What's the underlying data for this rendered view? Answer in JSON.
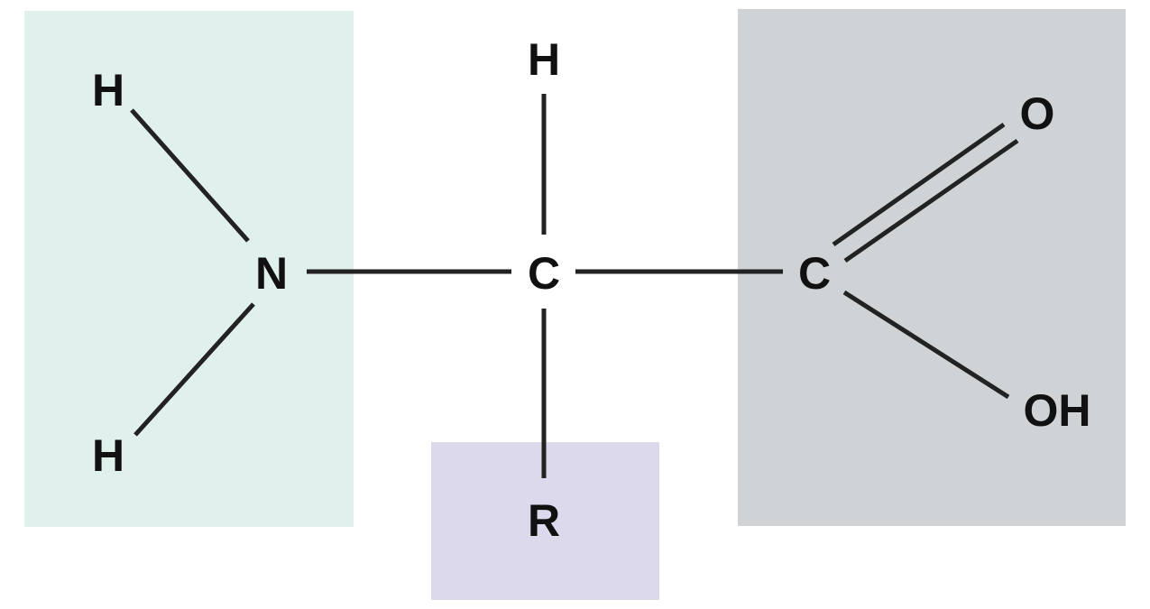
{
  "colors": {
    "background": "#ffffff",
    "amino_group_box": "#e0f0ec",
    "side_chain_box": "#dcd9ec",
    "carboxyl_group_box": "#cfd3d6",
    "bond": "#222222",
    "text": "#111111"
  },
  "atoms": {
    "amino_h_top": "H",
    "amino_n": "N",
    "amino_h_bottom": "H",
    "alpha_h": "H",
    "alpha_c": "C",
    "side_chain_r": "R",
    "carboxyl_c": "C",
    "carboxyl_o": "O",
    "carboxyl_oh": "OH"
  }
}
